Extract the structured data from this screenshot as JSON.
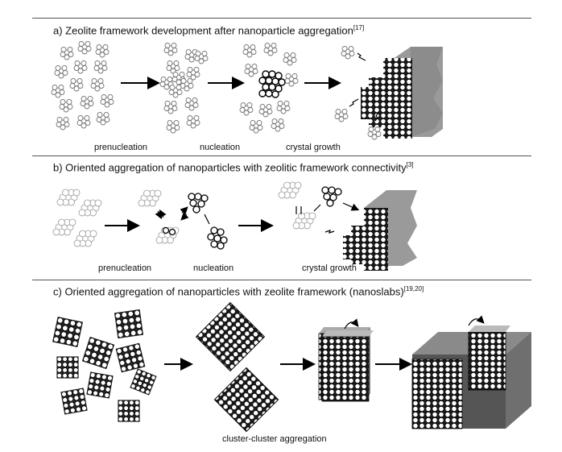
{
  "panels": [
    {
      "title": "a) Zeolite framework development after nanoparticle aggregation",
      "ref": "[17]",
      "stages": [
        "prenucleation",
        "nucleation",
        "crystal growth"
      ]
    },
    {
      "title": "b) Oriented aggregation of nanoparticles with zeolitic framework connectivity",
      "ref": "[3]",
      "stages": [
        "prenucleation",
        "nucleation",
        "crystal growth"
      ]
    },
    {
      "title": "c) Oriented aggregation of nanoparticles with zeolite framework (nanoslabs)",
      "ref": "[19,20]",
      "stages": [
        "cluster-cluster aggregation"
      ]
    }
  ]
}
